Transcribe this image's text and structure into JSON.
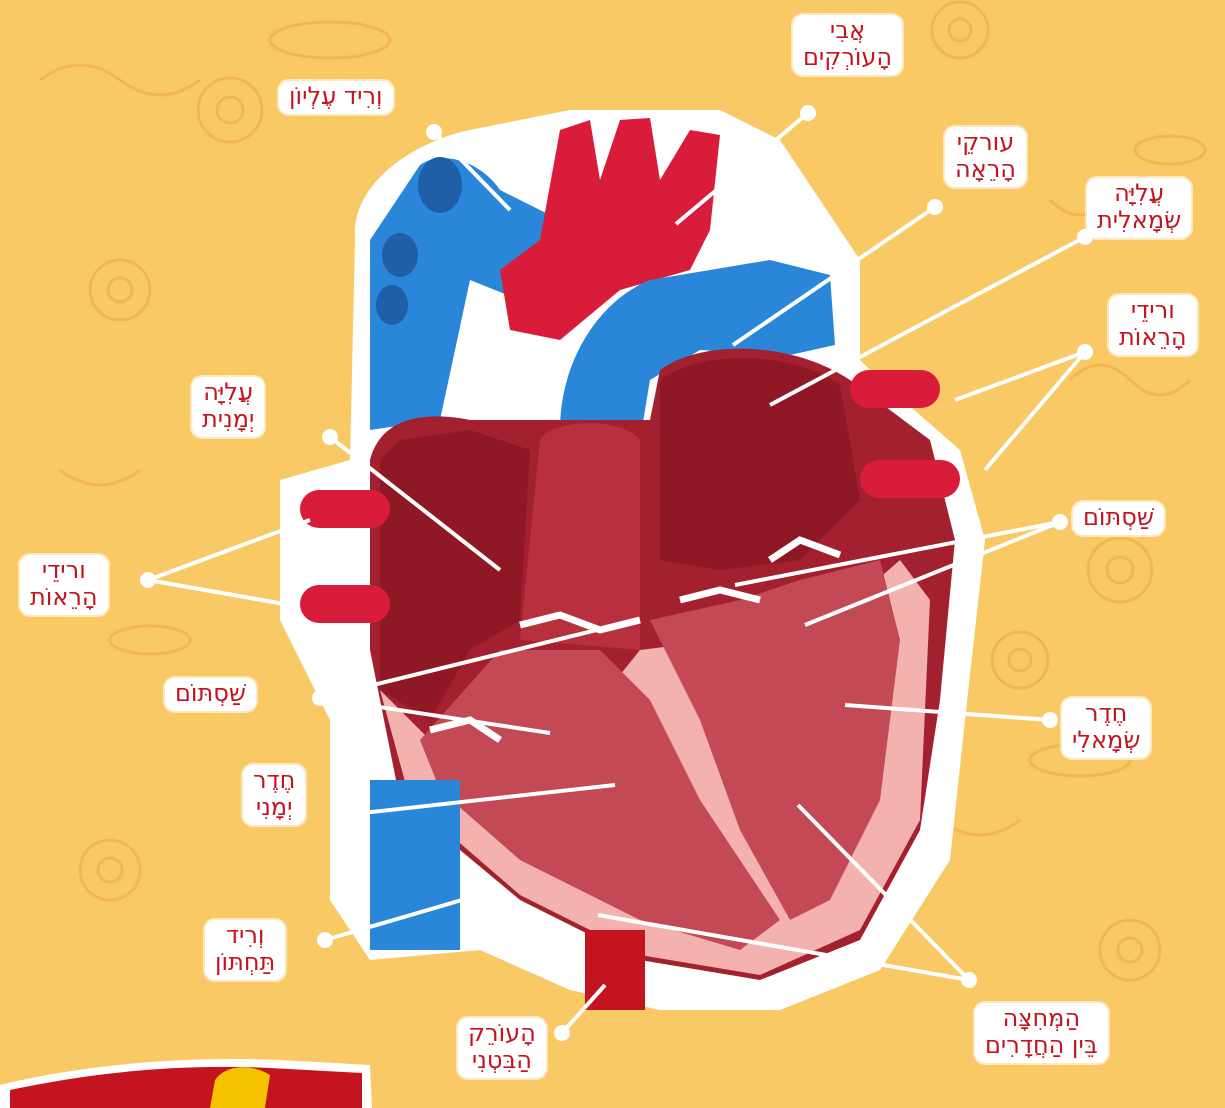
{
  "colors": {
    "background": "#f8c965",
    "pattern": "#f2b64c",
    "label_text": "#c3141f",
    "label_bg": "#ffffff",
    "leader": "#ffffff",
    "vein": "#2a86d9",
    "artery": "#d81c3a",
    "muscle": "#a3202e",
    "chamber": "#c34a55",
    "wall": "#f3b2ad"
  },
  "labels": {
    "aortic_arch": {
      "line1": "אֲבִי",
      "line2": "הָעוֹרְקִים"
    },
    "superior_vena_cava": {
      "line1": "וְרִיד עֶלְיוֹן"
    },
    "pulmonary_arteries": {
      "line1": "עורקֵי",
      "line2": "הָרֵאָה"
    },
    "left_atrium": {
      "line1": "עֲלִיָּה",
      "line2": "שְׂמָאלִית"
    },
    "pulmonary_veins_right": {
      "line1": "ורידֵי",
      "line2": "הָרֵאוֹת"
    },
    "right_atrium": {
      "line1": "עֲלִיָּה",
      "line2": "יְמָנִית"
    },
    "pulmonary_veins_left": {
      "line1": "ורידֵי",
      "line2": "הָרֵאוֹת"
    },
    "valves_right": {
      "line1": "שַׁסְתּוֹם"
    },
    "valves_left": {
      "line1": "שַׁסְתּוֹם"
    },
    "left_ventricle": {
      "line1": "חֶדֶר",
      "line2": "שְׂמָאלִי"
    },
    "right_ventricle": {
      "line1": "חֶדֶר",
      "line2": "יְמָנִי"
    },
    "inferior_vena_cava": {
      "line1": "וְרִיד",
      "line2": "תַּחְתּוֹן"
    },
    "septum": {
      "line1": "הַמְּחִצָּה",
      "line2": "בֵּין הַחֲדָרִים"
    },
    "abdominal_aorta": {
      "line1": "הָעוֹרֵק",
      "line2": "הַבִּטְנִי"
    }
  }
}
